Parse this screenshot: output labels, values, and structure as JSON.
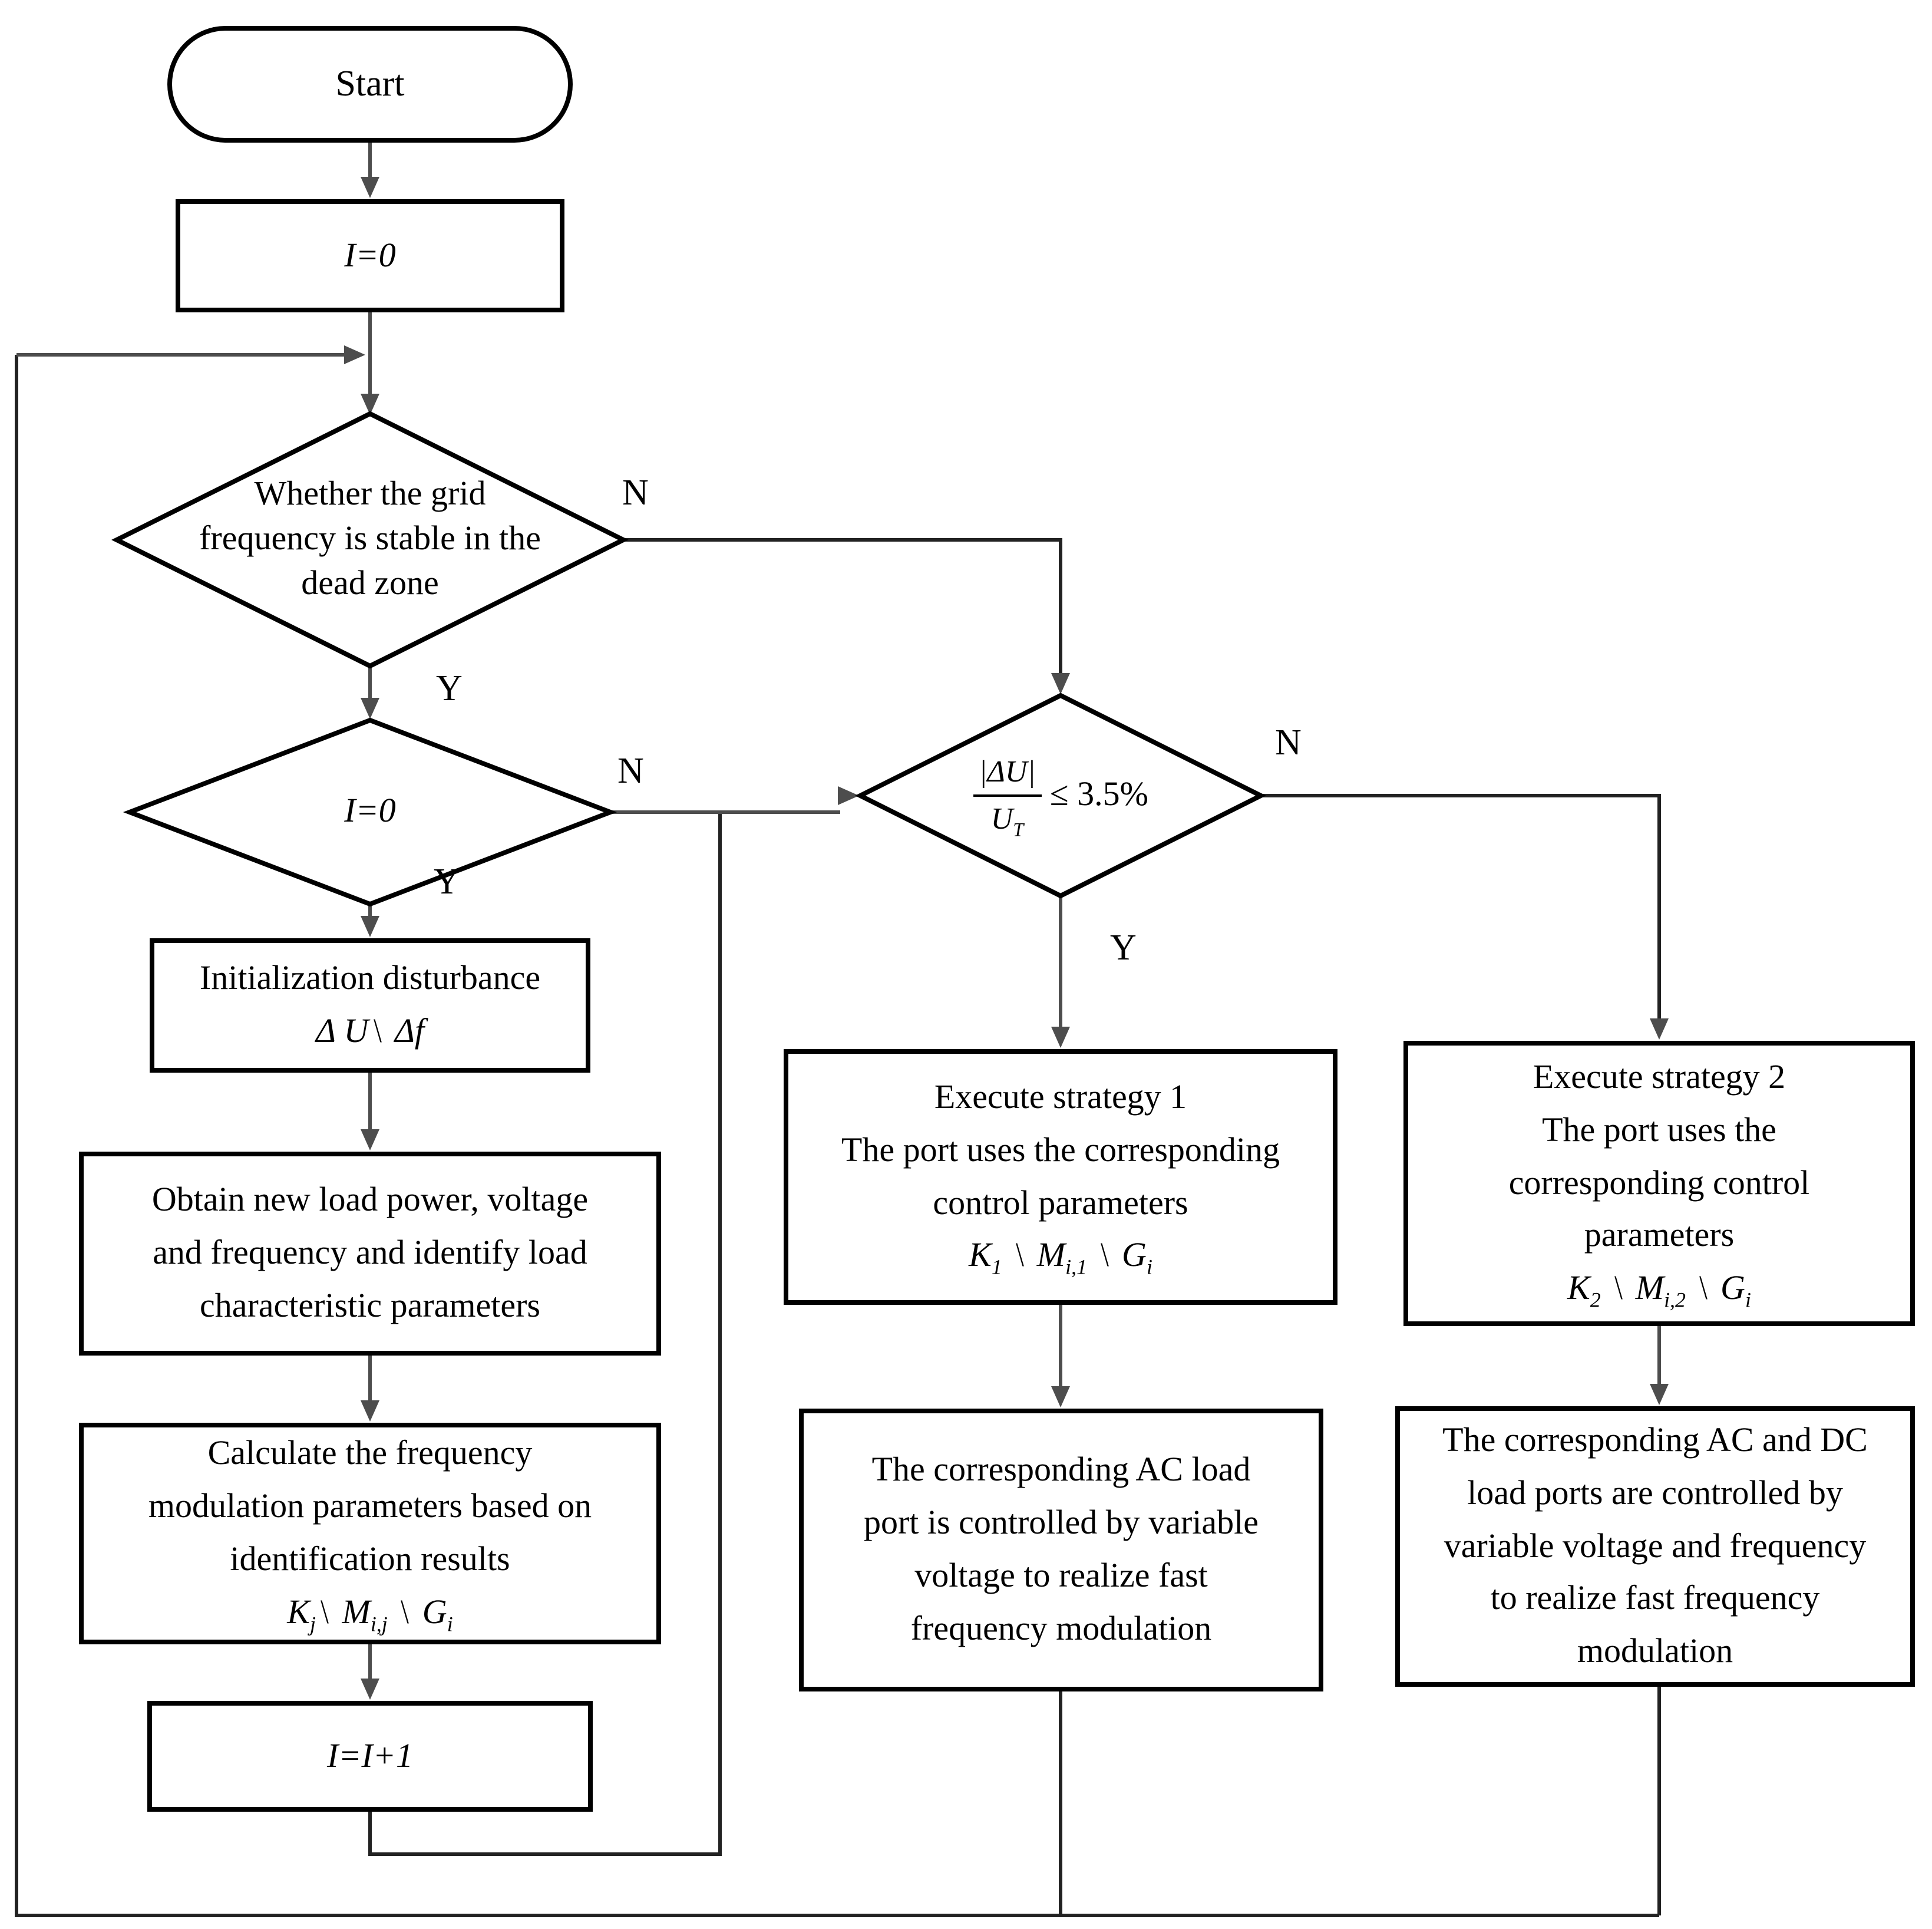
{
  "figure": {
    "type": "flowchart",
    "background_color": "#ffffff",
    "shape_border_color": "#000000",
    "connector_color": "#4d4d4d"
  },
  "nodes": {
    "start": {
      "shape": "terminator",
      "label": "Start"
    },
    "init_counter": {
      "shape": "process",
      "lines": [
        "I=0"
      ]
    },
    "freq_stable": {
      "shape": "decision",
      "lines": [
        "Whether the grid",
        "frequency is stable in the",
        "dead zone"
      ]
    },
    "i_zero_check": {
      "shape": "decision",
      "lines": [
        "I=0"
      ]
    },
    "init_disturbance": {
      "shape": "process",
      "lines": [
        "Initialization disturbance",
        "Δ U、 Δf"
      ]
    },
    "obtain_load": {
      "shape": "process",
      "lines": [
        "Obtain new load power, voltage",
        "and frequency and identify load",
        "characteristic parameters"
      ]
    },
    "calc_params": {
      "shape": "process",
      "lines": [
        "Calculate the frequency",
        "modulation parameters based on",
        "identification results",
        "K~j~、 M~i,j~ 、 G~i~"
      ]
    },
    "increment": {
      "shape": "process",
      "lines": [
        "I=I+1"
      ]
    },
    "voltage_check": {
      "shape": "decision",
      "numerator": "|ΔU|",
      "denominator": "U~T~",
      "condition": "≤ 3.5%"
    },
    "strategy1": {
      "shape": "process",
      "lines": [
        "Execute strategy 1",
        "The port uses the corresponding",
        "control parameters",
        "K~1~ 、 M~i,1~ 、 G~i~"
      ]
    },
    "ac_control": {
      "shape": "process",
      "lines": [
        "The corresponding AC load",
        "port is controlled by variable",
        "voltage to realize fast",
        "frequency modulation"
      ]
    },
    "strategy2": {
      "shape": "process",
      "lines": [
        "Execute strategy 2",
        "The port uses the",
        "corresponding control",
        "parameters",
        "K~2~ 、 M~i,2~ 、 G~i~"
      ]
    },
    "acdc_control": {
      "shape": "process",
      "lines": [
        "The corresponding AC and DC",
        "load ports are controlled by",
        "variable voltage and frequency",
        "to realize fast frequency",
        "modulation"
      ]
    }
  },
  "edge_labels": {
    "freq_stable_no": "N",
    "freq_stable_yes": "Y",
    "i_zero_no": "N",
    "i_zero_yes": "Y",
    "voltage_check_no": "N",
    "voltage_check_yes": "Y"
  }
}
